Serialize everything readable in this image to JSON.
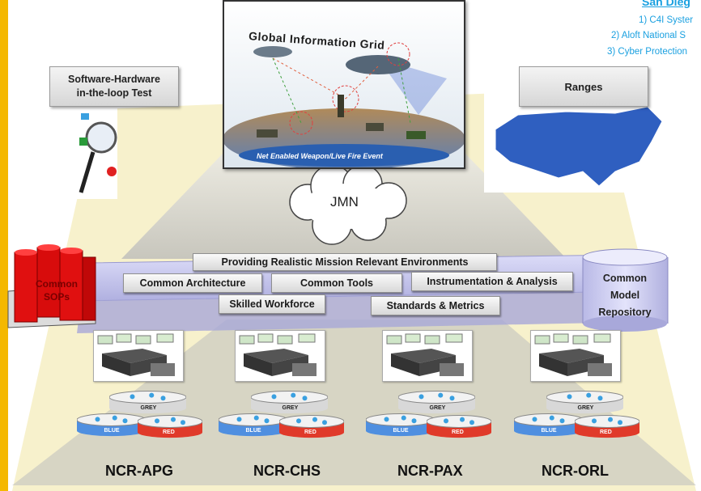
{
  "san_diego": {
    "title": "San Dieg",
    "items": [
      "1) C4I Syster",
      "2) Aloft National S",
      "3) Cyber Protection"
    ]
  },
  "panels": {
    "sw_hw_test": [
      "Software-Hardware",
      "in-the-loop Test"
    ],
    "ranges": "Ranges",
    "gig_title": "Global Information Grid",
    "gig_caption": "Net Enabled Weapon/Live Fire Event"
  },
  "cloud_label": "JMN",
  "capabilities": {
    "top": "Providing Realistic Mission Relevant Environments",
    "row1": [
      "Common Architecture",
      "Common Tools",
      "Instrumentation & Analysis"
    ],
    "row2": [
      "Skilled Workforce",
      "Standards & Metrics"
    ]
  },
  "sops_label": [
    "Common",
    "SOPs"
  ],
  "repository": [
    "Common",
    "Model",
    "Repository"
  ],
  "disk_labels": {
    "grey": "GREY",
    "blue": "BLUE",
    "red": "RED"
  },
  "sites": [
    "NCR-APG",
    "NCR-CHS",
    "NCR-PAX",
    "NCR-ORL"
  ],
  "colors": {
    "accent_yellow": "#f4b800",
    "floor": "#f7f1cc",
    "platform": "#c9c9ee",
    "sops_red": "#e01010",
    "link_blue": "#1aa0e0",
    "blue_disk": "#4f8fe0",
    "red_disk": "#e03a2a"
  }
}
